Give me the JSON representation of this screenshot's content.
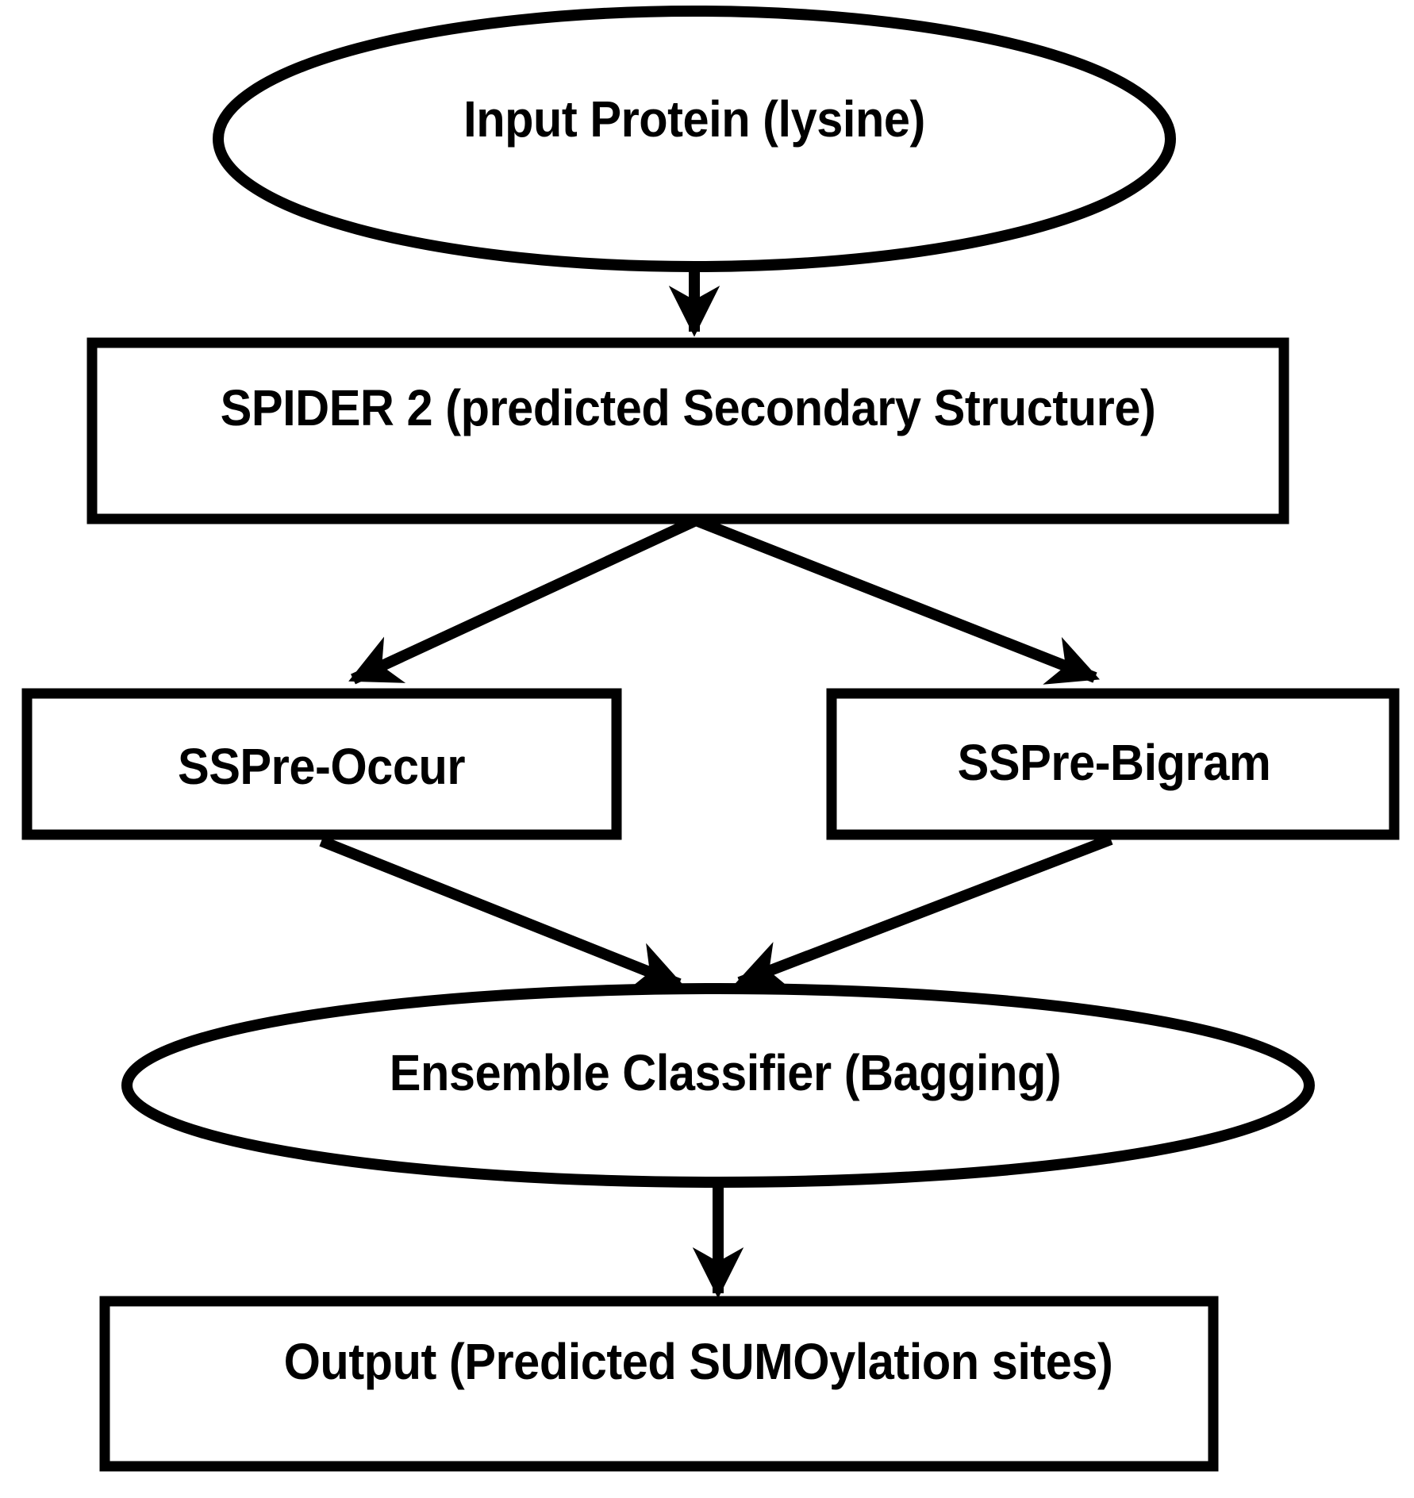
{
  "diagram": {
    "colors": {
      "stroke": "#000000",
      "node_fill": "#ffffff",
      "text": "#000000",
      "background": "#ffffff"
    },
    "nodes": [
      {
        "id": "input-protein",
        "shape": "ellipse",
        "label": "Input Protein (lysine)"
      },
      {
        "id": "spider2",
        "shape": "rectangle",
        "label": "SPIDER 2 (predicted Secondary Structure)"
      },
      {
        "id": "sspre-occur",
        "shape": "rectangle",
        "label": "SSPre-Occur"
      },
      {
        "id": "sspre-bigram",
        "shape": "rectangle",
        "label": "SSPre-Bigram"
      },
      {
        "id": "ensemble-classifier",
        "shape": "ellipse",
        "label": "Ensemble Classifier (Bagging)"
      },
      {
        "id": "output",
        "shape": "rectangle",
        "label": "Output (Predicted SUMOylation sites)"
      }
    ],
    "edges": [
      {
        "from": "input-protein",
        "to": "spider2"
      },
      {
        "from": "spider2",
        "to": "sspre-occur"
      },
      {
        "from": "spider2",
        "to": "sspre-bigram"
      },
      {
        "from": "sspre-occur",
        "to": "ensemble-classifier"
      },
      {
        "from": "sspre-bigram",
        "to": "ensemble-classifier"
      },
      {
        "from": "ensemble-classifier",
        "to": "output"
      }
    ]
  }
}
